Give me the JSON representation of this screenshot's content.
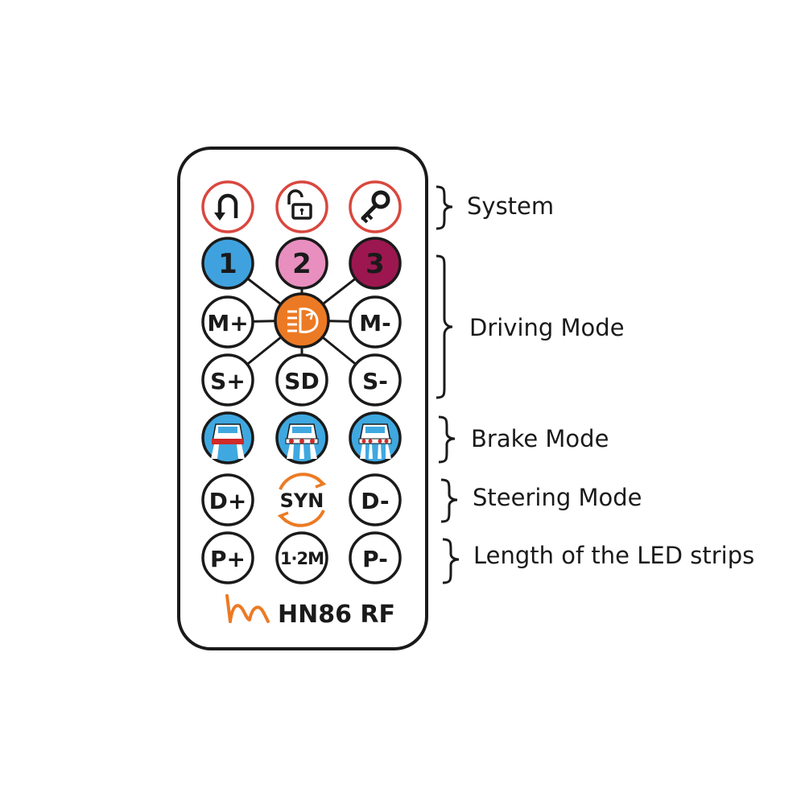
{
  "remote": {
    "model": "HN86 RF",
    "colors": {
      "outline": "#1a1a1a",
      "system_ring": "#d9473e",
      "mode1": "#3fa2de",
      "mode2": "#e88fc0",
      "mode3": "#9c1750",
      "center": "#ec7a24",
      "brake": "#3fa8e0",
      "logo": "#ec7a24"
    },
    "buttons": {
      "system": [
        {
          "icon": "turn-back-icon"
        },
        {
          "icon": "unlock-icon"
        },
        {
          "icon": "key-icon"
        }
      ],
      "modes": [
        "1",
        "2",
        "3"
      ],
      "center_icon": "headlight-icon",
      "row_m": {
        "left": "M+",
        "right": "M-"
      },
      "row_s": {
        "left": "S+",
        "middle": "SD",
        "right": "S-"
      },
      "brake": [
        {
          "icon": "brake-car-icon-1"
        },
        {
          "icon": "brake-car-icon-2"
        },
        {
          "icon": "brake-car-icon-3"
        }
      ],
      "row_d": {
        "left": "D+",
        "middle": "SYN",
        "right": "D-"
      },
      "row_p": {
        "left": "P+",
        "middle": "1·2M",
        "right": "P-"
      }
    }
  },
  "groups": {
    "system": "System",
    "driving": "Driving Mode",
    "brake": "Brake Mode",
    "steering": "Steering Mode",
    "length": "Length of the LED strips"
  }
}
